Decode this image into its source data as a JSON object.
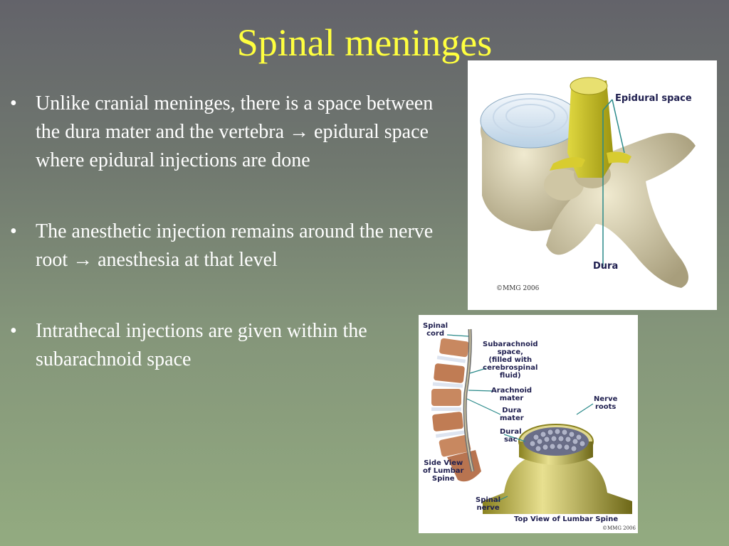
{
  "title": "Spinal meninges",
  "bullets": [
    {
      "marker": "•",
      "text": "Unlike cranial meninges, there is a space between the dura mater and the vertebra → epidural space where epidural injections are done"
    },
    {
      "marker": "•",
      "text": "The anesthetic injection remains around the nerve root → anesthesia at that level"
    },
    {
      "marker": "•",
      "text": "Intrathecal injections are given within the subarachnoid space"
    }
  ],
  "figure1": {
    "label_epidural": "Epidural space",
    "label_dura": "Dura",
    "copyright": "©MMG 2006"
  },
  "figure2": {
    "label_spinal_cord": "Spinal\ncord",
    "label_subarachnoid": "Subarachnoid\nspace,\n(filled with\ncerebrospinal\nfluid)",
    "label_arachnoid": "Arachnoid\nmater",
    "label_dura": "Dura\nmater",
    "label_dural_sac": "Dural\nsac",
    "label_nerve_roots": "Nerve\nroots",
    "label_side_view": "Side View\nof Lumbar\nSpine",
    "label_spinal_nerve": "Spinal\nnerve",
    "label_top_view": "Top View of Lumbar Spine",
    "copyright": "©MMG 2006"
  },
  "colors": {
    "title": "#ffff3f",
    "text": "#ffffff",
    "dura": "#c8c020",
    "bone": "#d8d0b0",
    "label": "#202050"
  }
}
